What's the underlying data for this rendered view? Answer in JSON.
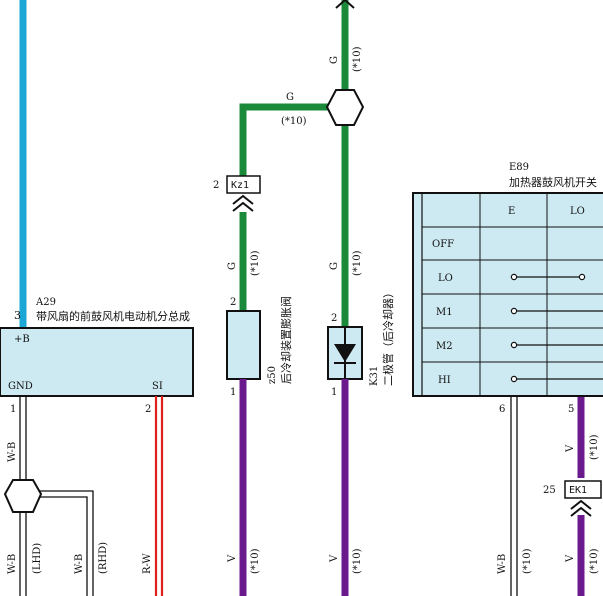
{
  "colors": {
    "wire_blue": "#1aa7d6",
    "wire_green": "#1a8a3a",
    "wire_violet": "#6a1a8c",
    "wire_red": "#e0201a",
    "component_fill": "#cdeaf2",
    "line": "#111111"
  },
  "components": {
    "a29": {
      "code": "A29",
      "name": "带风扇的前鼓风机电动机分总成",
      "pin_plus_b": "+B",
      "pin_gnd": "GND",
      "pin_si": "SI",
      "num_3": "3",
      "num_1": "1",
      "num_2": "2"
    },
    "z50": {
      "code": "z50",
      "name": "后冷却装置膨胀阀",
      "pin_top": "2",
      "pin_bottom": "1"
    },
    "k31": {
      "code": "K31",
      "name": "二极管（后冷却器）",
      "pin_top": "2",
      "pin_bottom": "1"
    },
    "e89": {
      "code": "E89",
      "name": "加热器鼓风机开关",
      "col_e": "E",
      "col_lo": "LO",
      "rows": [
        "OFF",
        "LO",
        "M1",
        "M2",
        "HI"
      ],
      "pin_6": "6",
      "pin_5": "5"
    }
  },
  "connectors": {
    "kz1": {
      "label": "Kz1",
      "num": "2"
    },
    "ek1": {
      "label": "EK1",
      "num": "25"
    }
  },
  "wire_labels": {
    "g": "G",
    "v": "V",
    "wb": "W-B",
    "rw": "R-W",
    "n10": "(*10)",
    "lhd": "(LHD)",
    "rhd": "(RHD)"
  }
}
